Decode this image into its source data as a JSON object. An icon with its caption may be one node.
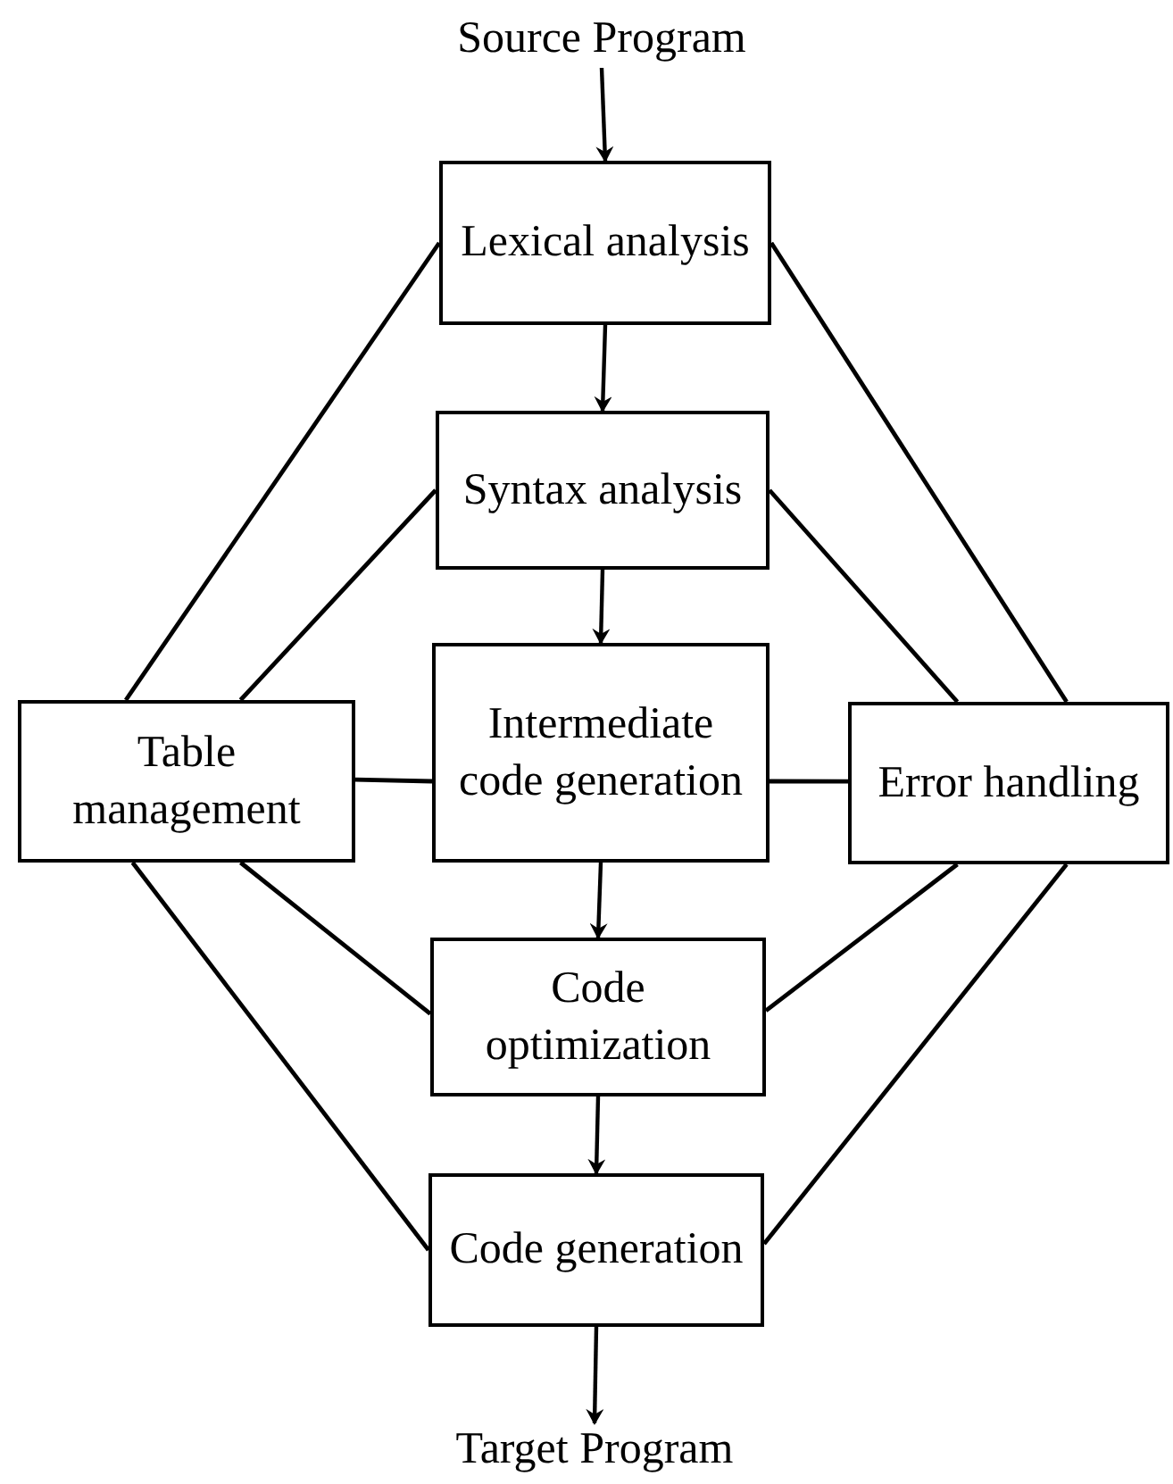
{
  "diagram": {
    "nodes": [
      {
        "text": [
          "Source Program"
        ]
      },
      {
        "text": [
          "Lexical analysis"
        ]
      },
      {
        "text": [
          "Syntax analysis"
        ]
      },
      {
        "text": [
          "Intermediate code generation"
        ]
      },
      {
        "text": [
          "Table management"
        ]
      },
      {
        "text": [
          "Error handling"
        ]
      },
      {
        "text": [
          "Code optimization"
        ]
      },
      {
        "text": [
          "Code generation"
        ]
      },
      {
        "text": [
          "Target Program"
        ]
      }
    ],
    "edges": [
      {
        "from": 0,
        "to": 1,
        "arrow": "to"
      },
      {
        "from": 1,
        "to": 2,
        "arrow": "to"
      },
      {
        "from": 2,
        "to": 3,
        "arrow": "to"
      },
      {
        "from": 3,
        "to": 6,
        "arrow": "to"
      },
      {
        "from": 6,
        "to": 7,
        "arrow": "to"
      },
      {
        "from": 7,
        "to": 8,
        "arrow": "to"
      },
      {
        "from": 1,
        "to": 4,
        "arrow": "none"
      },
      {
        "from": 2,
        "to": 4,
        "arrow": "none"
      },
      {
        "from": 1,
        "to": 5,
        "arrow": "none"
      },
      {
        "from": 2,
        "to": 5,
        "arrow": "none"
      },
      {
        "from": 4,
        "to": 3,
        "arrow": "none"
      },
      {
        "from": 3,
        "to": 5,
        "arrow": "none"
      },
      {
        "from": 4,
        "to": 6,
        "arrow": "none"
      },
      {
        "from": 4,
        "to": 7,
        "arrow": "none"
      },
      {
        "from": 5,
        "to": 6,
        "arrow": "none"
      },
      {
        "from": 5,
        "to": 7,
        "arrow": "none"
      }
    ]
  }
}
